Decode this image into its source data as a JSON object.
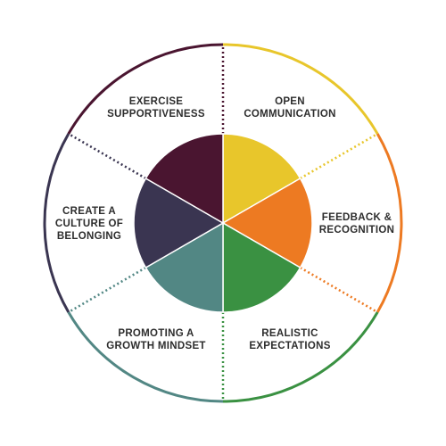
{
  "segments": [
    {
      "label_lines": [
        "OPEN",
        "COMMUNICATION"
      ],
      "color": "#e8c62b"
    },
    {
      "label_lines": [
        "FEEDBACK &",
        "RECOGNITION"
      ],
      "color": "#ed7a22"
    },
    {
      "label_lines": [
        "REALISTIC",
        "EXPECTATIONS"
      ],
      "color": "#3a9142"
    },
    {
      "label_lines": [
        "PROMOTING A",
        "GROWTH MINDSET"
      ],
      "color": "#528784"
    },
    {
      "label_lines": [
        "CREATE A",
        "CULTURE OF",
        "BELONGING"
      ],
      "color": "#3a3551"
    },
    {
      "label_lines": [
        "EXERCISE",
        "SUPPORTIVENESS"
      ],
      "color": "#4a1530"
    }
  ]
}
